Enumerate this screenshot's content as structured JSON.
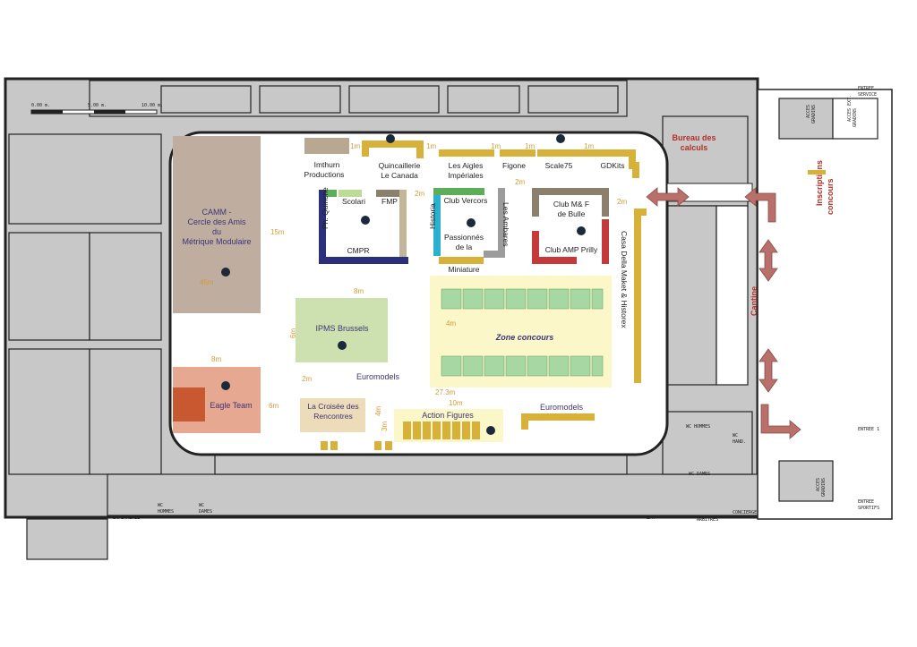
{
  "scale": {
    "labels": [
      "0.00 m.",
      "5.00 m.",
      "10.00 m."
    ]
  },
  "colors": {
    "wall": "#222222",
    "room_fill": "#c8c8c8",
    "hall_floor": "#ffffff",
    "camm_fill": "#bfae9f",
    "eagle_fill": "#e6a890",
    "eagle_dark": "#c8582f",
    "ipms_fill": "#cde1b0",
    "croisee_fill": "#ecdcb9",
    "concours_fill": "#fbf7c8",
    "table_green": "#a7d7a3",
    "table_gold": "#d8b13a",
    "imthurn_fill": "#b8a791",
    "dim_orange": "#d59a35",
    "red_label": "#b3302a",
    "arrow_fill": "#b9706a",
    "navy": "#2b2f7c",
    "green": "#5cae58",
    "cyan": "#2bb0d0",
    "grey": "#9c9c9c",
    "brown": "#8b7f6d",
    "red": "#c43a3a",
    "tan": "#c2b69a",
    "light_green": "#bcdc96"
  },
  "stands": {
    "camm": "CAMM - Cercle des Amis du Métrique Modulaire",
    "camm_lines": [
      "CAMM -",
      "Cercle des Amis",
      "du",
      "Métrique Modulaire"
    ],
    "camm_area": "45m",
    "camm_dim_v": "15m",
    "eagle": "Eagle Team",
    "eagle_dim_h": "8m",
    "eagle_dim_v": "6m",
    "ipms": "IPMS Brussels",
    "ipms_dim_h": "8m",
    "ipms_dim_v": "6m",
    "croisee_lines": [
      "La Croisée des",
      "Rencontres"
    ],
    "croisee_dim": "2m",
    "croisee_dim_v": "4m",
    "action_figures": "Action Figures",
    "action_dim_h": "10m",
    "action_dim_v": "3m",
    "euromodels_1": "Euromodels",
    "euromodels_2": "Euromodels",
    "zone_concours": "Zone concours",
    "zone_dim_v": "4m",
    "zone_dim_h": "27.3m",
    "imthurn_lines": [
      "Imthurn",
      "Productions"
    ],
    "quincaillerie_lines": [
      "Quincaillerie",
      "Le Canada"
    ],
    "aigles_lines": [
      "Les Aigles",
      "Impériales"
    ],
    "figone": "Figone",
    "scale75": "Scale75",
    "gdkits": "GDKits",
    "ph_quinche": "Ph. Quinche",
    "scolari": "Scolari",
    "fmp": "FMP",
    "cmpr": "CMPR",
    "historia": "Historia",
    "club_vercors": "Club Vercors",
    "passionnes_lines": [
      "Passionnés",
      "de la",
      "Miniature"
    ],
    "ambares": "Les Ambares",
    "club_mf_lines": [
      "Club M& F",
      "de Bulle"
    ],
    "club_amp": "Club AMP Prilly",
    "casa": "Casa Della Maket & Historex",
    "dim_1m": "1m",
    "dim_2m": "2m",
    "dim_m2": "2m"
  },
  "rooms": {
    "bureau_lines": [
      "Bureau des",
      "calculs"
    ],
    "inscriptions_lines": [
      "Inscriptions",
      "concours"
    ],
    "cantine": "Cantine",
    "entree_service_lines": [
      "ENTREE",
      "SERVICE"
    ],
    "acces_ext_lines": [
      "ACCES EXT.",
      "GRADINS"
    ],
    "acces_gradins_lines": [
      "ACCES",
      "GRADINS"
    ],
    "entree_1": "ENTREE 1",
    "entree_sportifs_lines": [
      "ENTREE",
      "SPORTIFS"
    ],
    "wc_hommes_1": "WC HOMMES",
    "wc_hand_lines": [
      "WC",
      "HAND."
    ],
    "wc_dames_1": "WC DAMES",
    "infirmerie": "INFIRMERIE",
    "wc_hommes_2_lines": [
      "WC",
      "HOMMES"
    ],
    "wc_dames_2_lines": [
      "WC",
      "DAMES"
    ],
    "epm": "EPM",
    "arbitres": "ARBITRES",
    "concierge": "CONCIERGE"
  }
}
